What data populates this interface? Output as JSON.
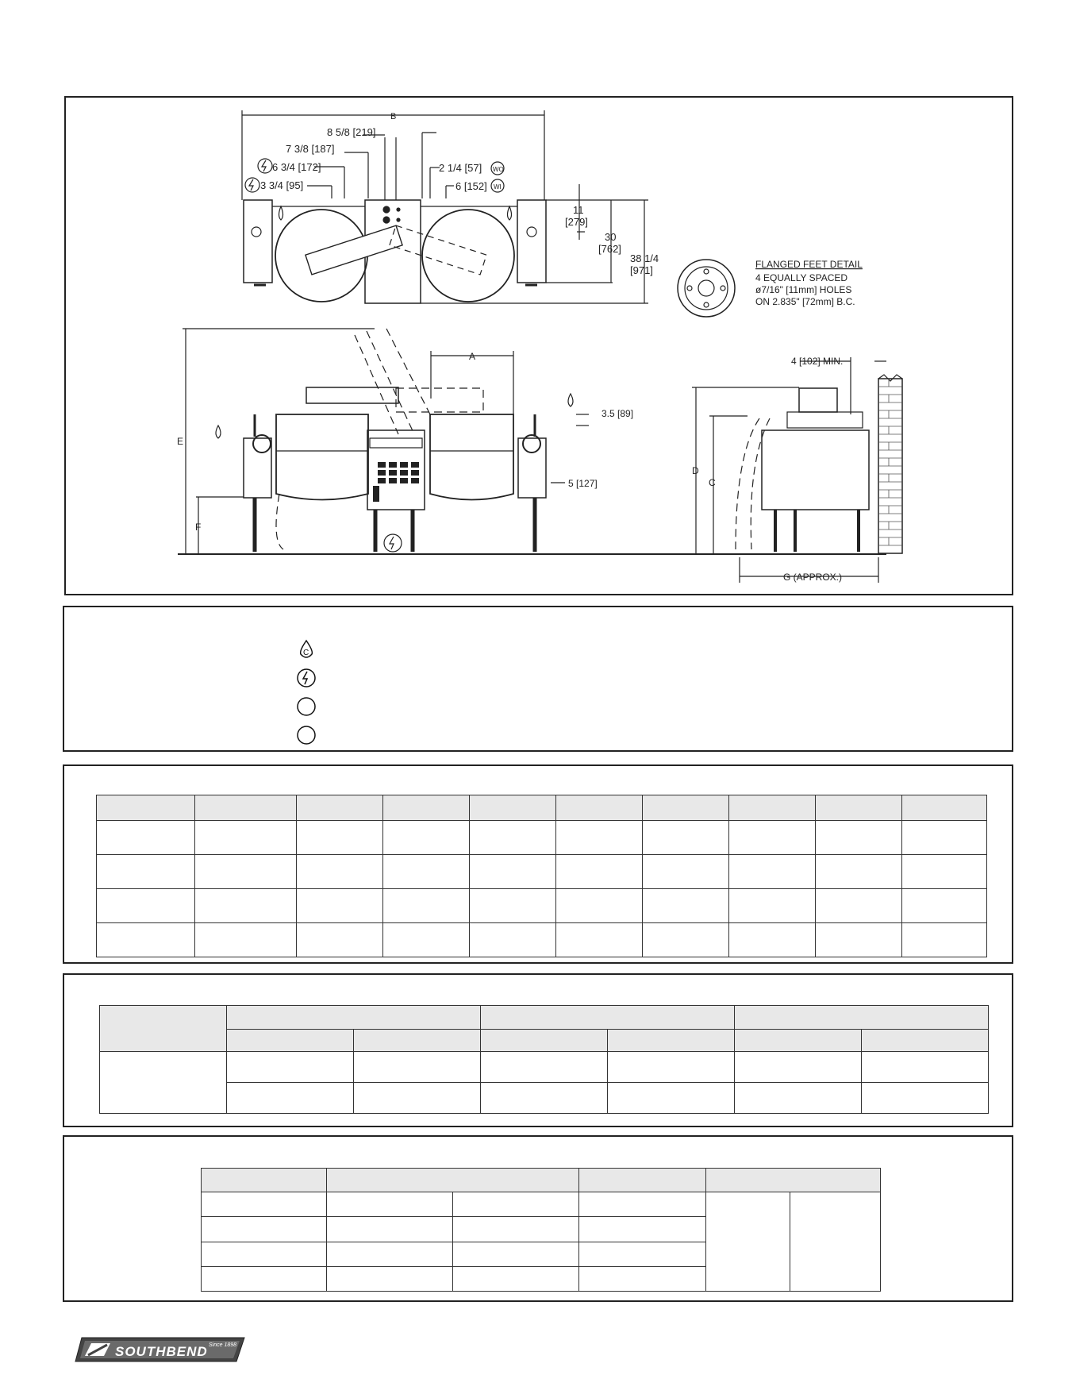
{
  "drawing": {
    "dim_b": "B",
    "dim_8_5_8": "8 5/8 [219]",
    "dim_7_3_8": "7 3/8 [187]",
    "dim_6_3_4": "6 3/4 [172]",
    "dim_3_3_4": "3 3/4 [95]",
    "dim_2_1_4": "2 1/4 [57]",
    "wo": "WO",
    "dim_6": "6 [152]",
    "wi": "WI",
    "dim_11": "11",
    "dim_11_mm": "[279]",
    "dim_30": "30",
    "dim_30_mm": "[762]",
    "dim_38": "38 1/4",
    "dim_38_mm": "[971]",
    "flange_title": "FLANGED FEET DETAIL",
    "flange_line1": "4 EQUALLY SPACED",
    "flange_line2": "ø7/16\" [11mm] HOLES",
    "flange_line3": "ON 2.835\" [72mm] B.C.",
    "dim_a": "A",
    "dim_e": "E",
    "dim_f": "F",
    "dim_3_5": "3.5 [89]",
    "dim_5": "5 [127]",
    "dim_4": "4 [102] MIN.",
    "dim_d": "D",
    "dim_c": "C",
    "dim_g": "G (APPROX.)",
    "cold_symbol": "C"
  },
  "legend": {
    "icons": [
      "water-drop-c-icon",
      "electric-bolt-icon",
      "blank-circle-icon",
      "blank-circle-icon"
    ]
  },
  "logo": {
    "brand": "SOUTHBEND",
    "since": "Since 1898"
  },
  "colors": {
    "border": "#222222",
    "header_fill": "#e8e8e8",
    "brick": "#8a8a8a"
  }
}
